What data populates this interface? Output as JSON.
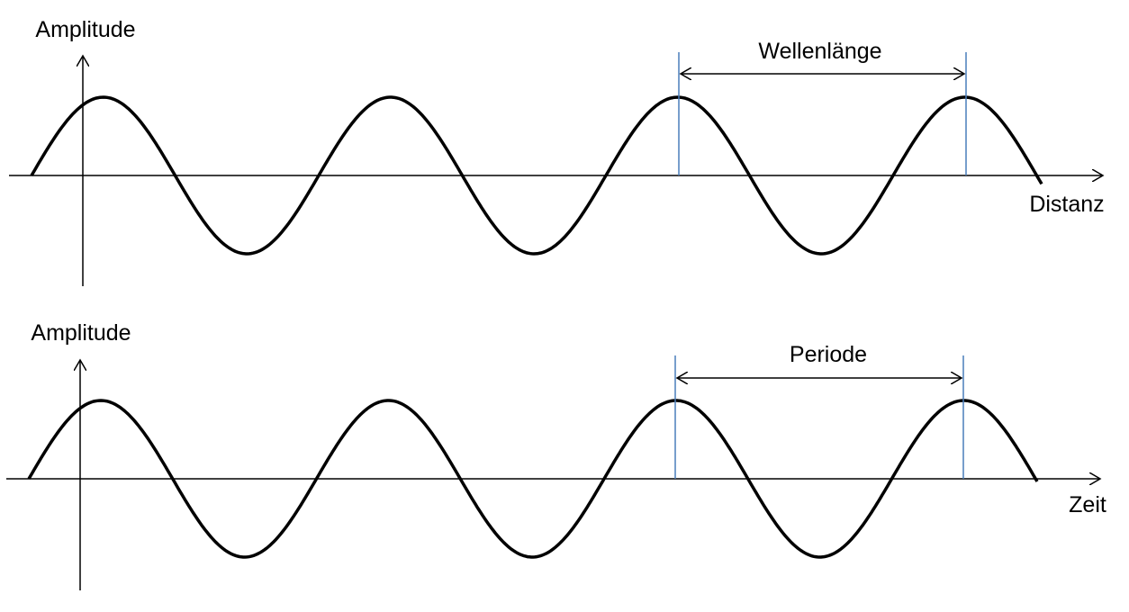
{
  "top_panel": {
    "y_axis_label": "Amplitude",
    "x_axis_label": "Distanz",
    "measure_label": "Wellenlänge"
  },
  "bottom_panel": {
    "y_axis_label": "Amplitude",
    "x_axis_label": "Zeit",
    "measure_label": "Periode"
  },
  "colors": {
    "wave": "#000000",
    "marker": "#4a7ebb"
  }
}
